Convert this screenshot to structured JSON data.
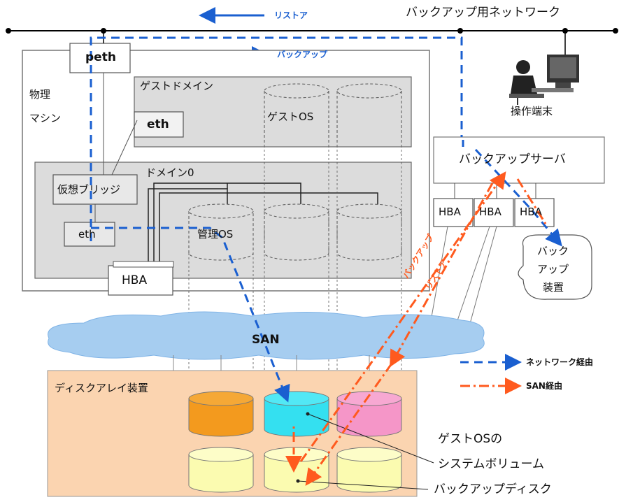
{
  "network": {
    "title": "バックアップ用ネットワーク",
    "restore_arrow_label": "リストア",
    "backup_arrow_label": "バックアップ"
  },
  "physical_machine": {
    "label_line1": "物理",
    "label_line2": "マシン",
    "peth": "peth",
    "guest_domain": "ゲストドメイン",
    "guest_eth": "eth",
    "guest_os": "ゲストOS",
    "domain0": "ドメイン0",
    "virtual_bridge": "仮想ブリッジ",
    "dom0_eth": "eth",
    "management_os": "管理OS",
    "hba": "HBA"
  },
  "operator_terminal": "操作端末",
  "backup_server": {
    "label": "バックアップサーバ",
    "hba": [
      "HBA",
      "HBA",
      "HBA"
    ]
  },
  "backup_device": {
    "line1": "バック",
    "line2": "アップ",
    "line3": "装置"
  },
  "san": "SAN",
  "flow_labels": {
    "backup": "バックアップ",
    "restore": "リストア"
  },
  "disk_array": {
    "label": "ディスクアレイ装置",
    "guest_volume_line1": "ゲストOSの",
    "guest_volume_line2": "システムボリューム",
    "backup_disk": "バックアップディスク"
  },
  "legend": {
    "network": "ネットワーク経由",
    "san": "SAN経由"
  },
  "colors": {
    "network_flow": "#1a5fd0",
    "san_flow": "#ff5a1e",
    "san_cloud": "#a6cdf0",
    "disk_array": "#fbd4b0",
    "disk_orange": "#f39a1e",
    "disk_cyan": "#34e0f0",
    "disk_pink": "#f596c8",
    "disk_yellow": "#fbfbb0"
  }
}
